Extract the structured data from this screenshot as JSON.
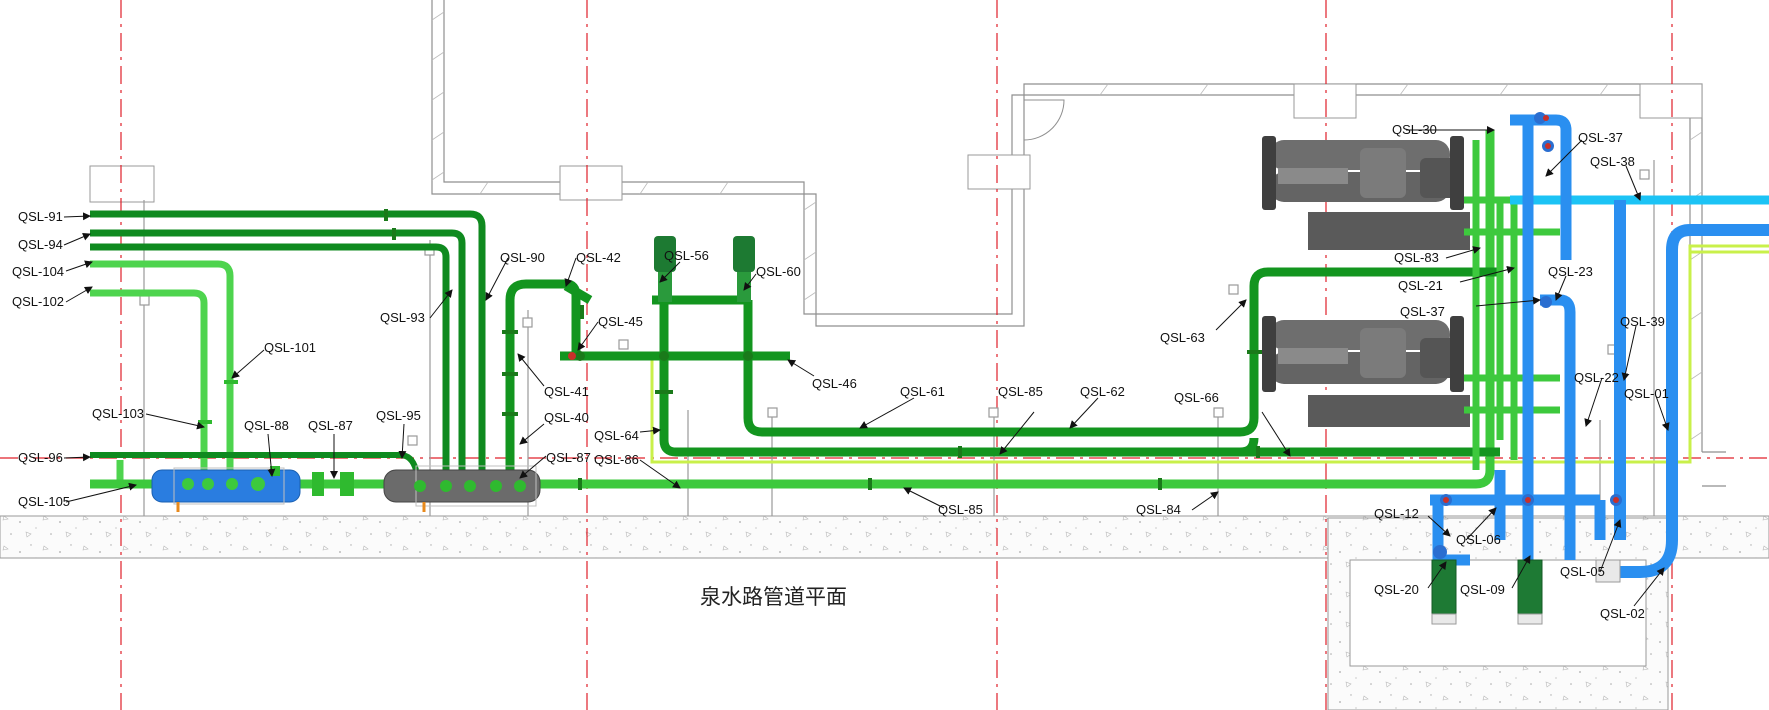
{
  "title": "泉水路管道平面",
  "colors": {
    "dark_green": "#0f8a1f",
    "mid_green": "#2fba2f",
    "light_green": "#5fe05f",
    "yellow_green": "#c9f04a",
    "blue": "#2a8ff0",
    "light_blue": "#1cc3f5",
    "machine_gray": "#5d5d5d",
    "grid_red": "#e0202a"
  },
  "labels": {
    "qsl_91": "QSL-91",
    "qsl_94": "QSL-94",
    "qsl_104": "QSL-104",
    "qsl_102": "QSL-102",
    "qsl_101": "QSL-101",
    "qsl_103": "QSL-103",
    "qsl_96": "QSL-96",
    "qsl_105": "QSL-105",
    "qsl_88": "QSL-88",
    "qsl_87a": "QSL-87",
    "qsl_95": "QSL-95",
    "qsl_93": "QSL-93",
    "qsl_90": "QSL-90",
    "qsl_42": "QSL-42",
    "qsl_45": "QSL-45",
    "qsl_56": "QSL-56",
    "qsl_60": "QSL-60",
    "qsl_41": "QSL-41",
    "qsl_40": "QSL-40",
    "qsl_87b": "QSL-87",
    "qsl_46": "QSL-46",
    "qsl_64": "QSL-64",
    "qsl_86": "QSL-86",
    "qsl_61": "QSL-61",
    "qsl_85a": "QSL-85",
    "qsl_62": "QSL-62",
    "qsl_85b": "QSL-85",
    "qsl_84": "QSL-84",
    "qsl_66": "QSL-66",
    "qsl_63": "QSL-63",
    "qsl_30": "QSL-30",
    "qsl_37a": "QSL-37",
    "qsl_38": "QSL-38",
    "qsl_83": "QSL-83",
    "qsl_21": "QSL-21",
    "qsl_23": "QSL-23",
    "qsl_37b": "QSL-37",
    "qsl_39": "QSL-39",
    "qsl_22": "QSL-22",
    "qsl_01": "QSL-01",
    "qsl_12": "QSL-12",
    "qsl_06": "QSL-06",
    "qsl_20": "QSL-20",
    "qsl_09": "QSL-09",
    "qsl_05": "QSL-05",
    "qsl_02": "QSL-02"
  }
}
